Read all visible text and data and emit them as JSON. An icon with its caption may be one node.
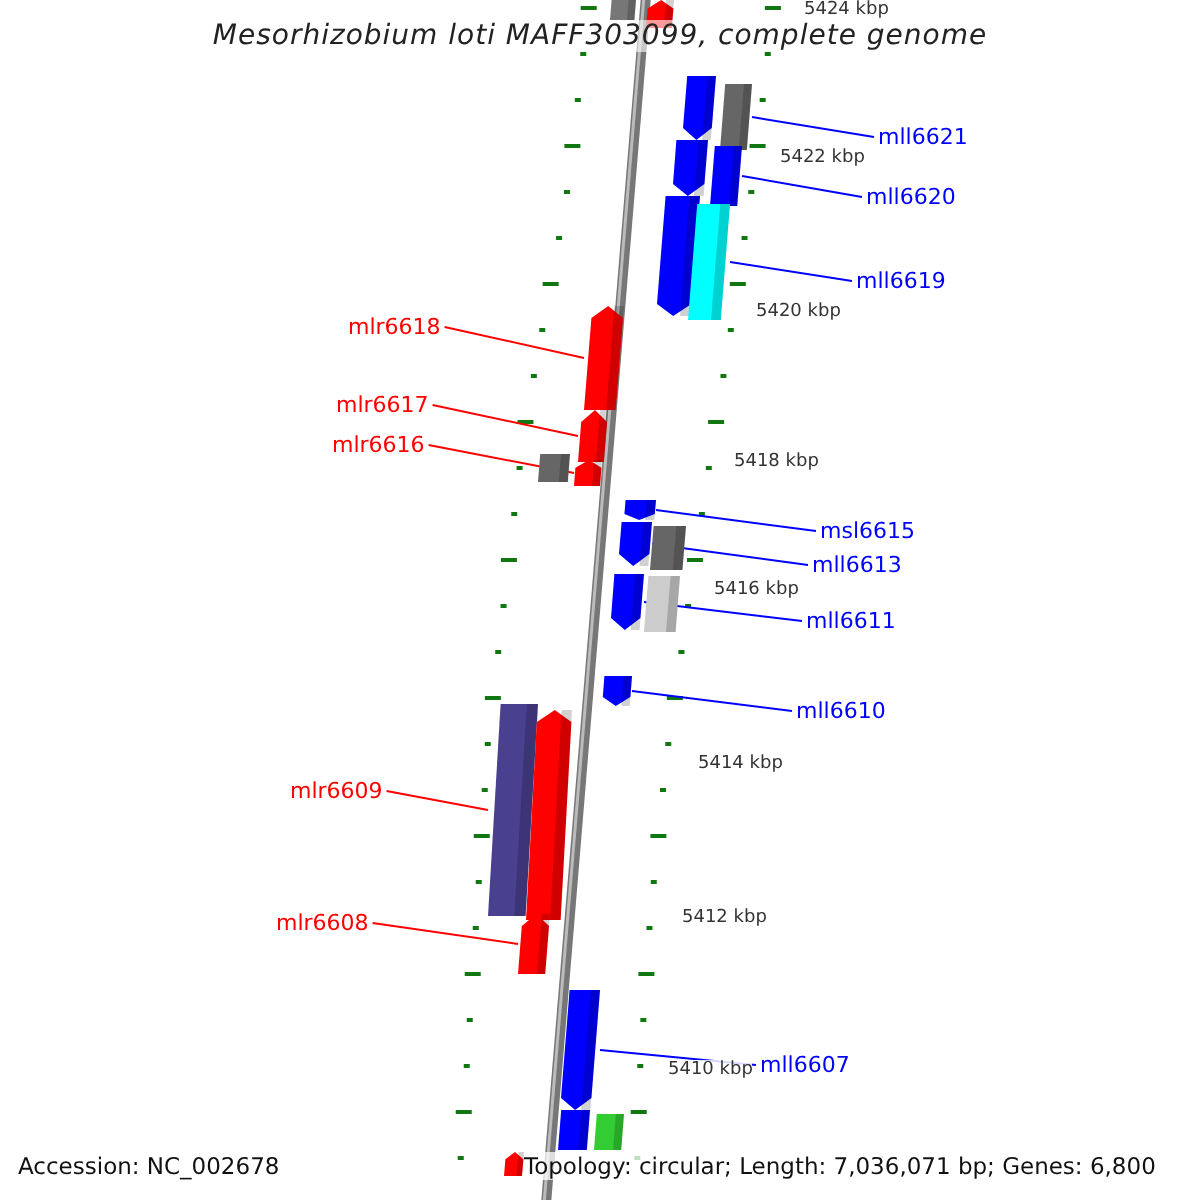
{
  "diagram": {
    "title": "Mesorhizobium loti MAFF303099, complete genome",
    "nodes": [
      {
        "text": [],
        "shape": "box"
      },
      {
        "text": [],
        "shape": "arrow"
      },
      {
        "text": [],
        "shape": "arrow"
      },
      {
        "text": [],
        "shape": "box"
      },
      {
        "text": [
          "mll6621"
        ]
      },
      {
        "text": [],
        "shape": "arrow"
      },
      {
        "text": [],
        "shape": "box"
      },
      {
        "text": [
          "mll6620"
        ]
      },
      {
        "text": [],
        "shape": "arrow"
      },
      {
        "text": [],
        "shape": "box"
      },
      {
        "text": [
          "mll6619"
        ]
      },
      {
        "text": [
          "mlr6618"
        ]
      },
      {
        "text": [],
        "shape": "arrow"
      },
      {
        "text": [
          "mlr6617"
        ]
      },
      {
        "text": [],
        "shape": "arrow"
      },
      {
        "text": [
          "mlr6616"
        ]
      },
      {
        "text": [],
        "shape": "box"
      },
      {
        "text": [],
        "shape": "arrow"
      },
      {
        "text": [],
        "shape": "arrow"
      },
      {
        "text": [
          "msl6615"
        ]
      },
      {
        "text": [],
        "shape": "arrow"
      },
      {
        "text": [],
        "shape": "box"
      },
      {
        "text": [
          "mll6613"
        ]
      },
      {
        "text": [],
        "shape": "arrow"
      },
      {
        "text": [],
        "shape": "box"
      },
      {
        "text": [
          "mll6611"
        ]
      },
      {
        "text": [],
        "shape": "arrow"
      },
      {
        "text": [
          "mll6610"
        ]
      },
      {
        "text": [
          "mlr6609"
        ]
      },
      {
        "text": [],
        "shape": "box"
      },
      {
        "text": [],
        "shape": "arrow"
      },
      {
        "text": [
          "mlr6608"
        ]
      },
      {
        "text": [],
        "shape": "arrow"
      },
      {
        "text": [],
        "shape": "arrow"
      },
      {
        "text": [
          "mll6607"
        ]
      },
      {
        "text": [],
        "shape": "box"
      },
      {
        "text": [],
        "shape": "box"
      },
      {
        "text": [],
        "shape": "arrow"
      }
    ],
    "edges": [
      {
        "from": 4,
        "to": 3,
        "arrow": "none"
      },
      {
        "from": 7,
        "to": 6,
        "arrow": "none"
      },
      {
        "from": 10,
        "to": 9,
        "arrow": "none"
      },
      {
        "from": 11,
        "to": 12,
        "arrow": "none",
        "color": "#ff0000"
      },
      {
        "from": 13,
        "to": 14,
        "arrow": "none",
        "color": "#ff0000"
      },
      {
        "from": 15,
        "to": 17,
        "arrow": "none",
        "color": "#ff0000"
      },
      {
        "from": 19,
        "to": 18,
        "arrow": "none"
      },
      {
        "from": 22,
        "to": 20,
        "arrow": "none"
      },
      {
        "from": 25,
        "to": 23,
        "arrow": "none"
      },
      {
        "from": 27,
        "to": 26,
        "arrow": "none"
      },
      {
        "from": 28,
        "to": 29,
        "arrow": "none",
        "color": "#ff0000"
      },
      {
        "from": 31,
        "to": 32,
        "arrow": "none",
        "color": "#ff0000"
      },
      {
        "from": 34,
        "to": 33,
        "arrow": "none"
      }
    ],
    "labels": [
      "5424 kbp",
      "5422 kbp",
      "5420 kbp",
      "5418 kbp",
      "5416 kbp",
      "5414 kbp",
      "5412 kbp",
      "5410 kbp",
      "Accession: NC_002678",
      "Topology: circular; Length: 7,036,071 bp; Genes: 6,800"
    ]
  }
}
